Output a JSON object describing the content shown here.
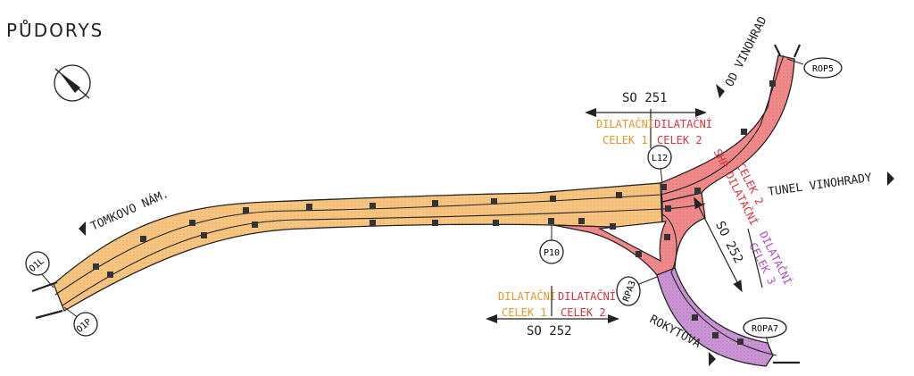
{
  "title": "PŮDORYS",
  "colors": {
    "celek1": "#f7c57f",
    "celek2": "#f08a8a",
    "celek3": "#c993d4",
    "celek1_text": "#e8962a",
    "celek2_text": "#e0303a",
    "celek3_text": "#b04ac2",
    "outline": "#222222"
  },
  "directions": {
    "tomkovo": "TOMKOVO NÁM.",
    "vinohrad": "OD VINOHRAD",
    "tunel": "TUNEL VINOHRADY",
    "rokytova": "ROKYTOVA"
  },
  "so251": {
    "label": "SO 251",
    "dil1_a": "DILATAČNÍ",
    "dil1_b": "CELEK 1",
    "dil2_a": "DILATAČNÍ",
    "dil2_b": "CELEK 2"
  },
  "so252_bottom": {
    "label": "SO 252",
    "dil1_a": "DILATAČNÍ",
    "dil1_b": "CELEK 1",
    "dil2_a": "DILATAČNÍ",
    "dil2_b": "CELEK 2"
  },
  "so252_right": {
    "label": "SO 252",
    "shp_a": "SHP DILATAČNÍ",
    "shp_b": "CELEK 2",
    "dil3_a": "DILATAČNÍ",
    "dil3_b": "CELEK 3"
  },
  "markers": {
    "o1l": "O1L",
    "o1p": "O1P",
    "l12": "L12",
    "p10": "P10",
    "rpa3": "RPA3",
    "rop5": "ROP5",
    "ropa7": "ROPA7"
  }
}
